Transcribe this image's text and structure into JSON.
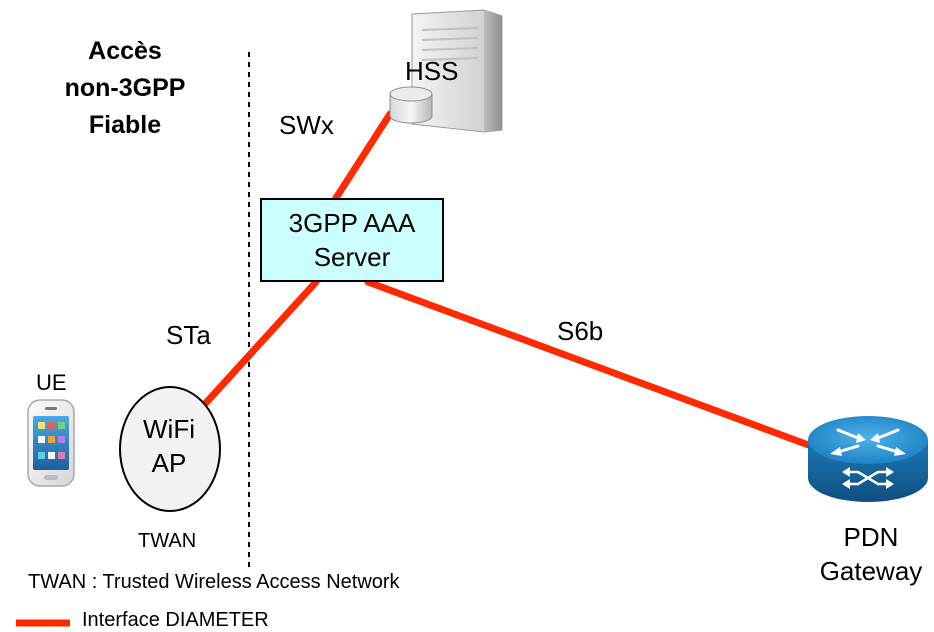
{
  "title": {
    "line1": "Accès",
    "line2": "non-3GPP",
    "line3": "Fiable"
  },
  "nodes": {
    "hss": "HSS",
    "aaa_line1": "3GPP AAA",
    "aaa_line2": "Server",
    "ue": "UE",
    "ap_line1": "WiFi",
    "ap_line2": "AP",
    "twan": "TWAN",
    "pdn_line1": "PDN",
    "pdn_line2": "Gateway"
  },
  "interfaces": {
    "swx": "SWx",
    "sta": "STa",
    "s6b": "S6b"
  },
  "footnote": "TWAN : Trusted Wireless Access Network",
  "legend": {
    "label": "Interface DIAMETER",
    "color": "#ff2a00"
  },
  "colors": {
    "link": "#ff2a00",
    "aaa_fill": "#ccffff",
    "router": "#1a7fc0"
  },
  "icons": {
    "hss": "server-tower-icon",
    "ue": "smartphone-icon",
    "pdn": "router-icon"
  }
}
